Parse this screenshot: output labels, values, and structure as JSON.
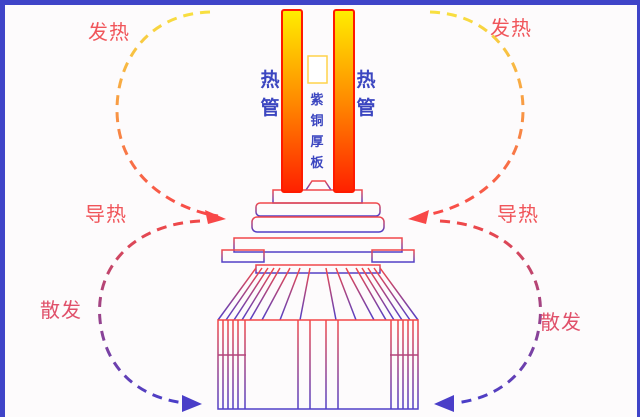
{
  "labels": {
    "heat_gen": "发热",
    "heat_conduct": "导热",
    "heat_dissipate": "散发"
  },
  "pipe_label": [
    "热",
    "管"
  ],
  "plate_label": [
    "紫",
    "铜",
    "厚",
    "板"
  ],
  "colors": {
    "border": "#3f44c8",
    "hot": "#ff2a00",
    "warm": "#ffee00",
    "cool": "#4a3ec8"
  }
}
